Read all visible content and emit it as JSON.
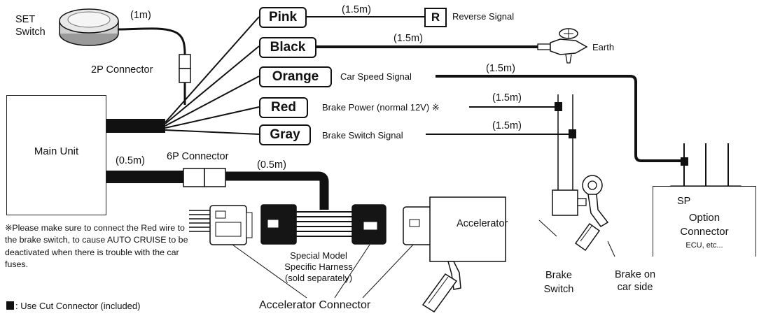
{
  "wires": [
    {
      "color": "Pink",
      "length": "(1.5m)",
      "signal": "Reverse Signal",
      "box_text": "R"
    },
    {
      "color": "Black",
      "length": "(1.5m)",
      "signal": "Earth"
    },
    {
      "color": "Orange",
      "length": "(1.5m)",
      "signal": "Car Speed Signal"
    },
    {
      "color": "Red",
      "length": "(1.5m)",
      "signal": "Brake Power (normal 12V) ※"
    },
    {
      "color": "Gray",
      "length": "(1.5m)",
      "signal": "Brake Switch Signal"
    }
  ],
  "set_switch": {
    "label_line1": "SET",
    "label_line2": "Switch",
    "length": "(1m)",
    "connector": "2P Connector"
  },
  "main_unit": {
    "label": "Main Unit"
  },
  "harness": {
    "length_a": "(0.5m)",
    "connector": "6P Connector",
    "length_b": "(0.5m)",
    "special_line1": "Special Model",
    "special_line2": "Specific Harness",
    "special_line3": "(sold separately)"
  },
  "accelerator": {
    "label": "Accelerator",
    "connector_label": "Accelerator Connector"
  },
  "brake_switch": {
    "line1": "Brake",
    "line2": "Switch"
  },
  "brake_car": {
    "line1": "Brake on",
    "line2": "car side"
  },
  "sp_connector": {
    "line1": "SP",
    "line2": "Option",
    "line3": "Connector",
    "line4": "ECU, etc..."
  },
  "note": {
    "text": "※Please make sure to connect the Red wire to the brake switch, to cause AUTO CRUISE to be deactivated when there is trouble with the car fuses."
  },
  "legend": {
    "text": ": Use Cut Connector (included)"
  }
}
